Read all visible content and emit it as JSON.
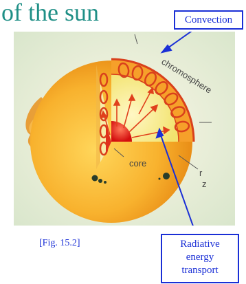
{
  "title": "of the sun",
  "callouts": {
    "convection": "Convection",
    "radiative_line1": "Radiative",
    "radiative_line2": "energy",
    "radiative_line3": "transport"
  },
  "figure_ref": "[Fig. 15.2]",
  "diagram_labels": {
    "chromosphere": "chromosphere",
    "core": "core",
    "partial_r": "r",
    "partial_z": "z"
  },
  "colors": {
    "title": "#1f8f86",
    "callout": "#1a2fd6",
    "sun_orange": "#f5a623",
    "convection_ring": "#d9401c",
    "core_red": "#e01a1a"
  }
}
